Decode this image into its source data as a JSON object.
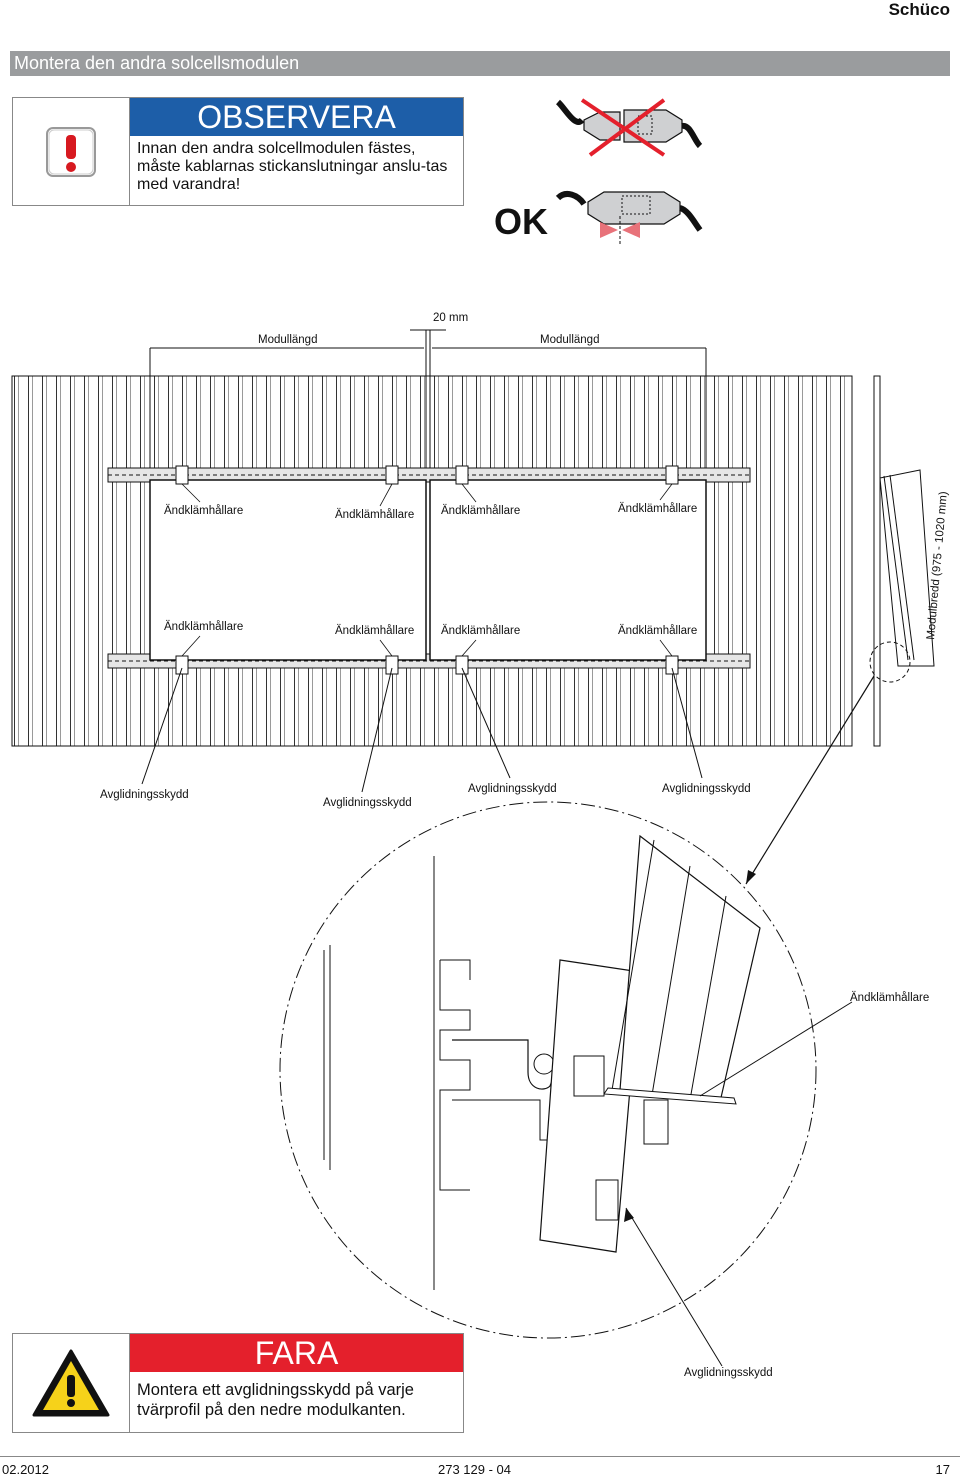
{
  "header": {
    "brand": "Schüco"
  },
  "section": {
    "title": "Montera den andra solcellsmodulen"
  },
  "observera": {
    "title": "OBSERVERA",
    "text": "Innan den andra solcellmodulen fästes, måste kablarnas stickanslutningar anslu-tas med varandra!",
    "accent": "#1d5ea8"
  },
  "connector": {
    "ok_label": "OK"
  },
  "drawing": {
    "dim_gap": "20 mm",
    "module_length_1": "Modullängd",
    "module_length_2": "Modullängd",
    "module_width": "Modulbredd (975 - 1020 mm)",
    "end_clamps_top": [
      "Ändklämhållare",
      "Ändklämhållare",
      "Ändklämhållare",
      "Ändklämhållare"
    ],
    "end_clamps_bottom": [
      "Ändklämhållare",
      "Ändklämhållare",
      "Ändklämhållare",
      "Ändklämhållare"
    ],
    "slide_guards": [
      "Avglidningsskydd",
      "Avglidningsskydd",
      "Avglidningsskydd",
      "Avglidningsskydd"
    ],
    "detail_end_clamp": "Ändklämhållare",
    "detail_slide_guard": "Avglidningsskydd"
  },
  "fara": {
    "title": "FARA",
    "text_line1": "Montera ett avglidningsskydd på varje",
    "text_line2": "tvärprofil på den nedre modulkanten.",
    "accent": "#e4202c"
  },
  "footer": {
    "date": "02.2012",
    "doc_number": "273 129 - 04",
    "page": "17"
  }
}
